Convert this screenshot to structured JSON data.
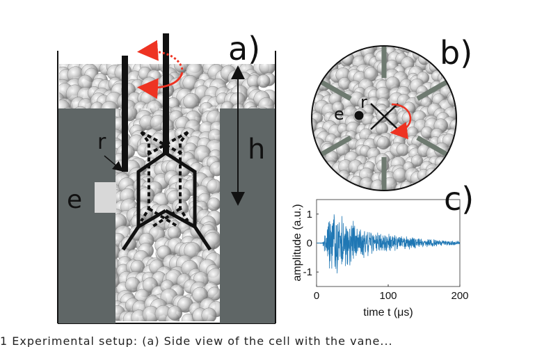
{
  "panel_a": {
    "label": "a)",
    "height_label": "h",
    "receiver_label": "r",
    "emitter_label": "e"
  },
  "panel_b": {
    "label": "b)",
    "receiver_label": "r",
    "emitter_label": "e"
  },
  "panel_c": {
    "label": "c)",
    "chart_data": {
      "type": "line",
      "title": "",
      "xlabel": "time t (μs)",
      "ylabel": "amplitude (a.u.)",
      "xlim": [
        0,
        200
      ],
      "ylim": [
        -1.5,
        1.5
      ],
      "xticks": [
        "0",
        "100",
        "200"
      ],
      "yticks": [
        "-1",
        "0",
        "1"
      ],
      "series": [
        {
          "color": "#1f77b4",
          "x": [
            0,
            8,
            14,
            20,
            25,
            30,
            35,
            40,
            45,
            50,
            55,
            60,
            70,
            80,
            90,
            100,
            110,
            120,
            130,
            140,
            150,
            160,
            170,
            180,
            190,
            200
          ],
          "envelope": [
            0.0,
            0.02,
            0.5,
            0.95,
            1.1,
            1.0,
            0.85,
            0.75,
            0.7,
            0.7,
            0.65,
            0.5,
            0.4,
            0.35,
            0.3,
            0.3,
            0.25,
            0.2,
            0.2,
            0.18,
            0.15,
            0.12,
            0.1,
            0.08,
            0.07,
            0.06
          ]
        }
      ]
    }
  },
  "caption": "1  Experimental setup: (a) Side view of the cell with the vane..."
}
